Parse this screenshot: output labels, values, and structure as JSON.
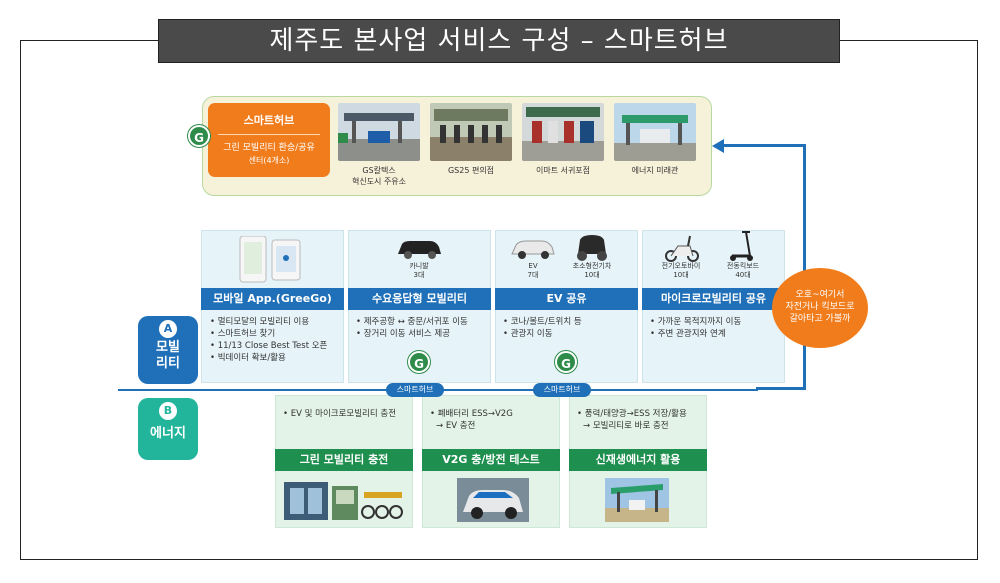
{
  "title": "제주도 본사업 서비스 구성 – 스마트허브",
  "smart_hub": {
    "box_title": "스마트허브",
    "box_line1": "그린 모빌리티 환승/공유",
    "box_line2": "센터(4개소)",
    "badge": "G",
    "locations": [
      {
        "caption_1": "GS칼텍스",
        "caption_2": "혁신도시 주유소"
      },
      {
        "caption_1": "GS25 편의점",
        "caption_2": ""
      },
      {
        "caption_1": "이마트 서귀포점",
        "caption_2": ""
      },
      {
        "caption_1": "에너지 미래관",
        "caption_2": ""
      }
    ]
  },
  "mobility": {
    "side_letter": "A",
    "side_label_1": "모빌",
    "side_label_2": "리티",
    "cards": [
      {
        "title": "모바일 App.(GreeGo)",
        "items": [
          "• 멀티모달의 모빌리티 이용",
          "• 스마트허브 찾기",
          "• 11/13 Close Best Test 오픈",
          "• 빅데이터 확보/활용"
        ]
      },
      {
        "title": "수요응답형 모빌리티",
        "vehicle_1": "카니발",
        "vehicle_1_count": "3대",
        "items": [
          "• 제주공항 ↔ 중문/서귀포 이동",
          "• 장거리 이동 서비스 제공"
        ]
      },
      {
        "title": "EV 공유",
        "vehicle_1": "EV",
        "vehicle_1_count": "7대",
        "vehicle_2": "초소형전기차",
        "vehicle_2_count": "10대",
        "items": [
          "• 코나/볼트/트위치 등",
          "• 관광지 이동"
        ]
      },
      {
        "title": "마이크로모빌리티 공유",
        "vehicle_1": "전기오토바이",
        "vehicle_1_count": "10대",
        "vehicle_2": "전동킥보드",
        "vehicle_2_count": "40대",
        "items": [
          "• 가까운 목적지까지 이동",
          "• 주변 관광지와 연계"
        ]
      }
    ]
  },
  "energy": {
    "side_letter": "B",
    "side_label": "에너지",
    "hub_tag": "스마트허브",
    "cards": [
      {
        "title": "그린 모빌리티 충전",
        "items": [
          "• EV 및 마이크로모빌리티 충전"
        ]
      },
      {
        "title": "V2G 충/방전 테스트",
        "items": [
          "• 폐배터리 ESS→V2G",
          "→ EV 충전"
        ]
      },
      {
        "title": "신재생에너지 활용",
        "items": [
          "• 풍력/태양광→ESS 저장/활용",
          "→ 모빌리티로 바로 충전"
        ]
      }
    ]
  },
  "bubble": {
    "line1": "오호~여기서",
    "line2": "자전거나 킥보드로",
    "line3": "갈아타고 가볼까"
  },
  "colors": {
    "mobility_blue": "#1f70b8",
    "energy_green": "#1e8f4e",
    "hub_orange": "#f07c1c",
    "title_gray": "#4a4a4a"
  }
}
